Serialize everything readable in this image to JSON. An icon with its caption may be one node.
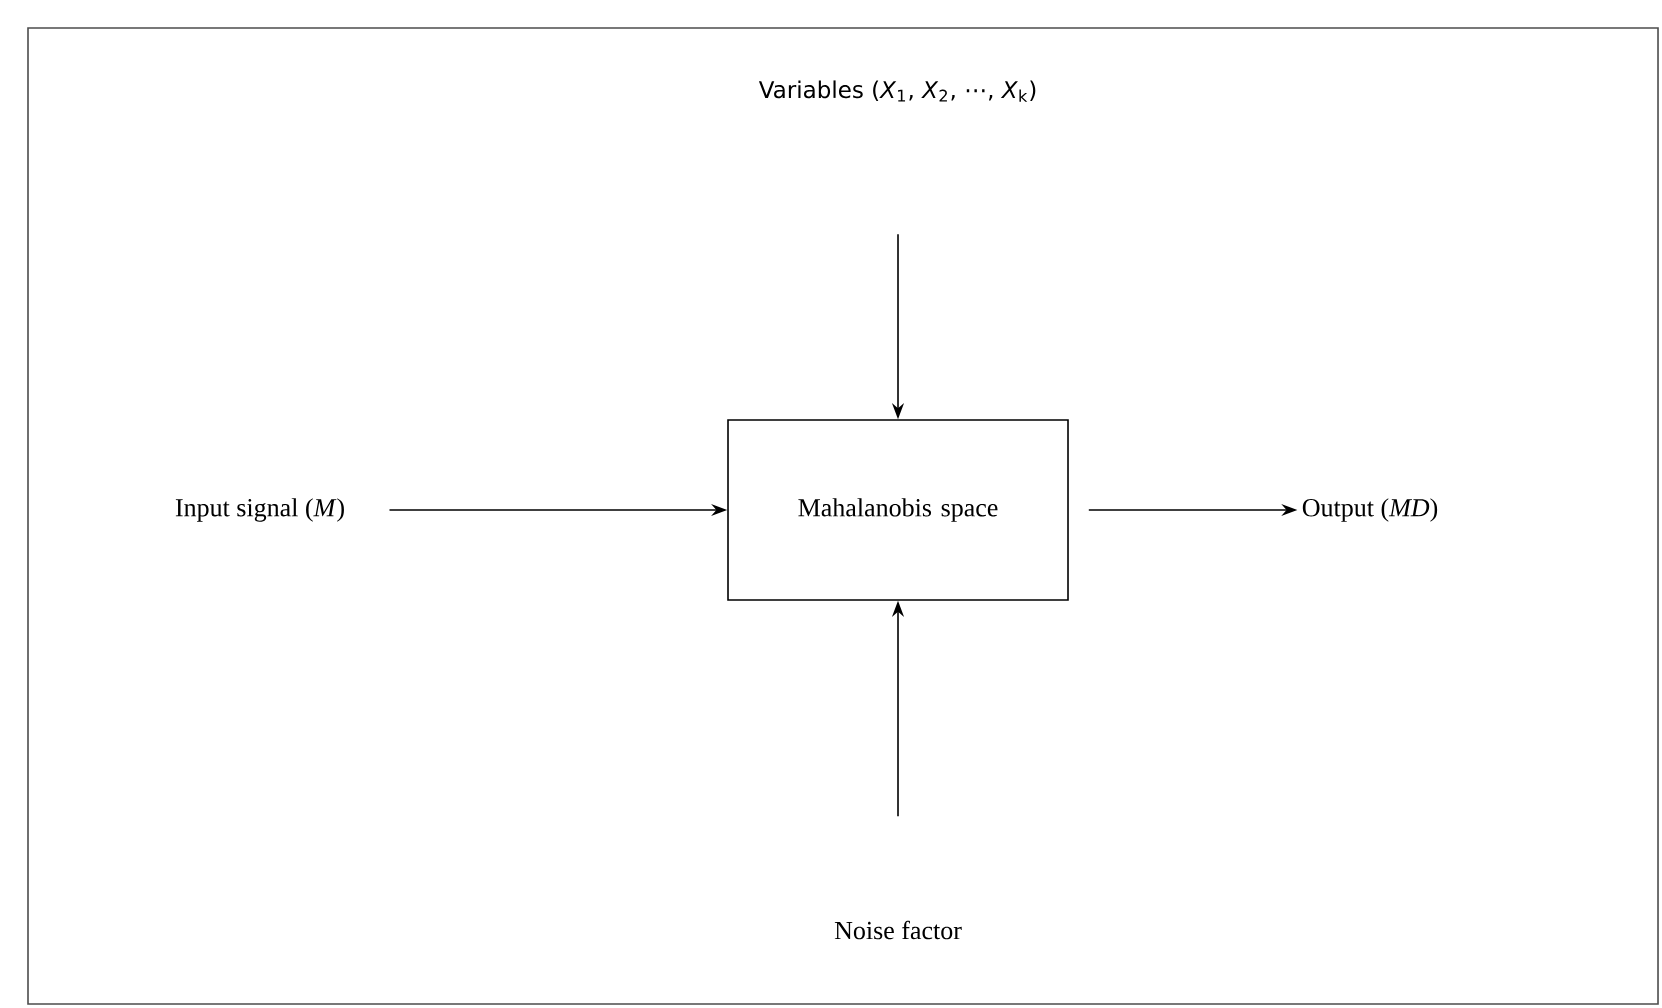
{
  "diagram": {
    "nodes": [
      {
        "text": [
          "Variables (*X*$_{1}$, *X*$_{2}$, ⋯, *X*$_{k}$)"
        ]
      },
      {
        "text": [
          "Input signal (*M*)"
        ]
      },
      {
        "text": [
          "Mahalanobis space"
        ]
      },
      {
        "text": [
          "Output (*MD*)"
        ]
      },
      {
        "text": [
          "Noise factor"
        ]
      }
    ],
    "edges": [
      {
        "from": 0,
        "to": 2,
        "arrow": "to"
      },
      {
        "from": 1,
        "to": 2,
        "arrow": "to"
      },
      {
        "from": 2,
        "to": 3,
        "arrow": "to"
      },
      {
        "from": 4,
        "to": 2,
        "arrow": "to"
      }
    ]
  }
}
